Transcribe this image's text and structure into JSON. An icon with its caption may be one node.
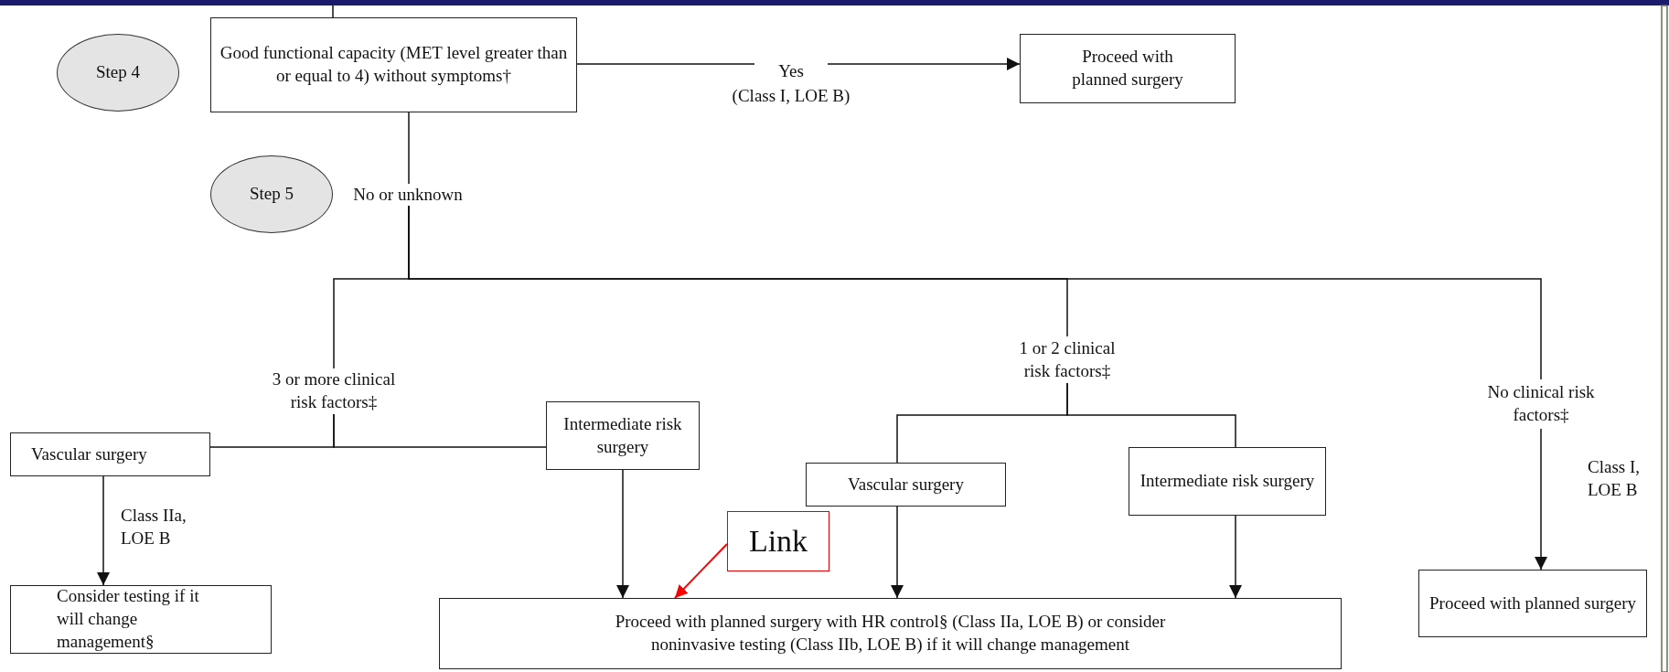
{
  "diagram": {
    "nodes": [
      {
        "text": [
          "Step 4"
        ]
      },
      {
        "text": [
          "Good functional capacity (MET level greater than or equal to 4) without symptoms†"
        ]
      },
      {
        "text": [
          "Proceed with planned surgery"
        ]
      },
      {
        "text": [
          "Step 5"
        ]
      },
      {
        "text": [
          "No or unknown"
        ]
      },
      {
        "text": [
          "3 or more clinical risk factors‡"
        ]
      },
      {
        "text": [
          "Vascular surgery"
        ]
      },
      {
        "text": [
          "Intermediate risk surgery"
        ]
      },
      {
        "text": [
          "Consider testing if it will change management§"
        ]
      },
      {
        "text": [
          "1 or 2 clinical risk factors‡"
        ]
      },
      {
        "text": [
          "Vascular surgery"
        ]
      },
      {
        "text": [
          "Intermediate risk surgery"
        ]
      },
      {
        "text": [
          "No clinical risk factors‡"
        ]
      },
      {
        "text": [
          "Proceed with planned surgery with HR control§ (Class IIa, LOE B) or consider noninvasive testing (Class IIb, LOE B) if it will change management"
        ]
      },
      {
        "text": [
          "Proceed with planned surgery"
        ]
      },
      {
        "text": [
          "Link"
        ]
      }
    ],
    "edges": [
      {
        "from": null,
        "to": 1,
        "arrow": "none"
      },
      {
        "from": 1,
        "to": 2,
        "arrow": "to",
        "label": "Yes"
      },
      {
        "from": 1,
        "to": 4,
        "arrow": "none"
      },
      {
        "from": 4,
        "to": 5,
        "arrow": "none"
      },
      {
        "from": 4,
        "to": 9,
        "arrow": "none"
      },
      {
        "from": 4,
        "to": 12,
        "arrow": "none"
      },
      {
        "from": 5,
        "to": 6,
        "arrow": "none"
      },
      {
        "from": 5,
        "to": 7,
        "arrow": "none"
      },
      {
        "from": 6,
        "to": 8,
        "arrow": "to",
        "label": "Class IIa, LOE B"
      },
      {
        "from": 7,
        "to": 13,
        "arrow": "to"
      },
      {
        "from": 9,
        "to": 10,
        "arrow": "none"
      },
      {
        "from": 9,
        "to": 11,
        "arrow": "none"
      },
      {
        "from": 10,
        "to": 13,
        "arrow": "to"
      },
      {
        "from": 11,
        "to": 13,
        "arrow": "to"
      },
      {
        "from": 12,
        "to": 14,
        "arrow": "to",
        "label": "Class I, LOE B"
      },
      {
        "from": 15,
        "to": 13,
        "arrow": "to",
        "color": "#ff0000"
      }
    ],
    "labels": [
      "(Class I, LOE B)"
    ]
  }
}
